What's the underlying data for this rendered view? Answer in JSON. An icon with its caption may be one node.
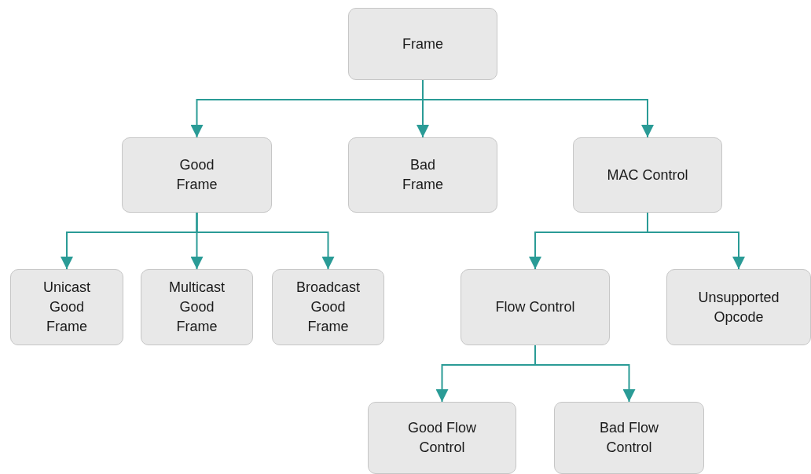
{
  "diagram": {
    "nodes": [
      {
        "text": [
          "Frame"
        ]
      },
      {
        "text": [
          "Good Frame"
        ]
      },
      {
        "text": [
          "Bad Frame"
        ]
      },
      {
        "text": [
          "MAC Control"
        ]
      },
      {
        "text": [
          "Unicast Good Frame"
        ]
      },
      {
        "text": [
          "Multicast Good Frame"
        ]
      },
      {
        "text": [
          "Broadcast Good Frame"
        ]
      },
      {
        "text": [
          "Flow Control"
        ]
      },
      {
        "text": [
          "Unsupported Opcode"
        ]
      },
      {
        "text": [
          "Good Flow Control"
        ]
      },
      {
        "text": [
          "Bad Flow Control"
        ]
      }
    ],
    "edges": [
      {
        "from": 0,
        "to": 1,
        "arrow": "to"
      },
      {
        "from": 0,
        "to": 2,
        "arrow": "to"
      },
      {
        "from": 0,
        "to": 3,
        "arrow": "to"
      },
      {
        "from": 1,
        "to": 4,
        "arrow": "to"
      },
      {
        "from": 1,
        "to": 5,
        "arrow": "to"
      },
      {
        "from": 1,
        "to": 6,
        "arrow": "to"
      },
      {
        "from": 3,
        "to": 7,
        "arrow": "to"
      },
      {
        "from": 3,
        "to": 8,
        "arrow": "to"
      },
      {
        "from": 7,
        "to": 9,
        "arrow": "to"
      },
      {
        "from": 7,
        "to": 10,
        "arrow": "to"
      }
    ]
  }
}
